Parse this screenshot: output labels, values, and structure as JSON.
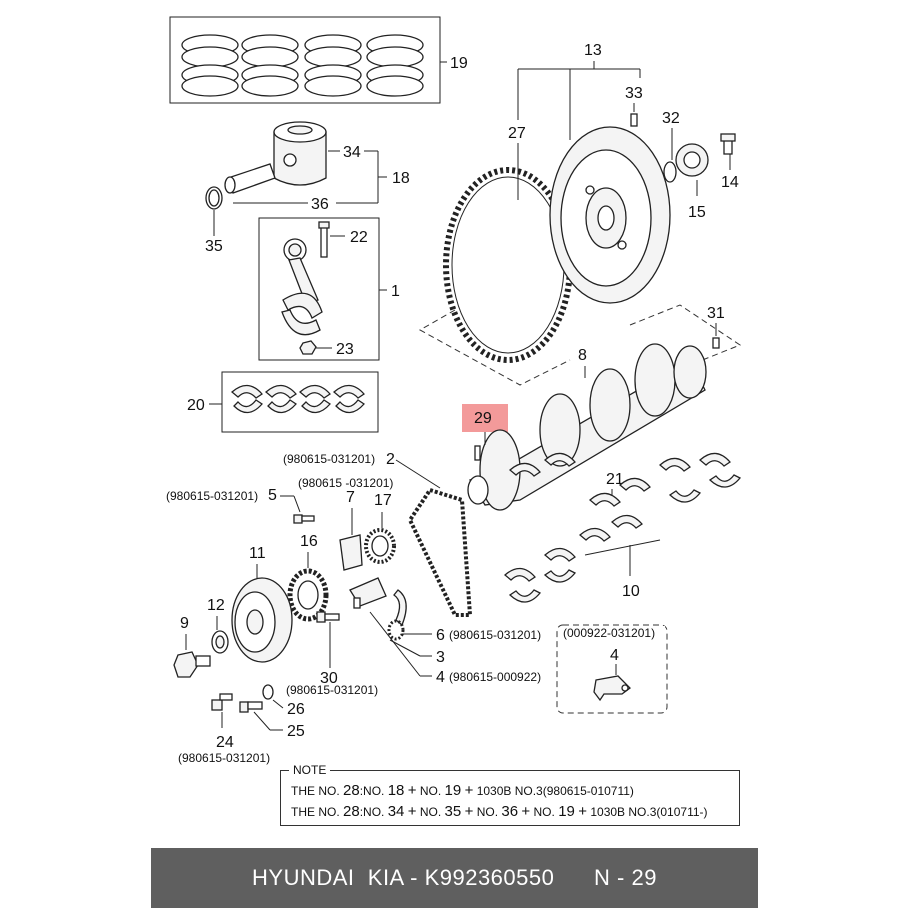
{
  "labels": {
    "n1": "1",
    "n2": "2",
    "n3": "3",
    "n4a": "4",
    "n4b": "4",
    "n5": "5",
    "n6": "6",
    "n7": "7",
    "n8": "8",
    "n9": "9",
    "n10": "10",
    "n11": "11",
    "n12": "12",
    "n13": "13",
    "n14": "14",
    "n15": "15",
    "n16": "16",
    "n17": "17",
    "n18": "18",
    "n19": "19",
    "n20": "20",
    "n21": "21",
    "n22": "22",
    "n23": "23",
    "n24": "24",
    "n25": "25",
    "n26": "26",
    "n27": "27",
    "n29": "29",
    "n30": "30",
    "n31": "31",
    "n32": "32",
    "n33": "33",
    "n34": "34",
    "n35": "35",
    "n36": "36"
  },
  "date_codes": {
    "c2": "(980615-031201)",
    "c5": "(980615-031201)",
    "c7": "(980615 -031201)",
    "c6": "(980615-031201)",
    "c4": "(980615-000922)",
    "c30": "(980615-031201)",
    "c24": "(980615-031201)",
    "inset": "(000922-031201)"
  },
  "note": {
    "title": "NOTE",
    "line1": {
      "a": "THE NO.",
      "b": "28",
      "c": ":NO.",
      "d": "18",
      "e": "+",
      "f": "NO.",
      "g": "19",
      "h": "+",
      "i": "1030B NO.3",
      "j": "(980615-010711)"
    },
    "line2": {
      "a": "THE NO.",
      "b": "28",
      "c": ":NO.",
      "d": "34",
      "e": "+",
      "f": "NO.",
      "g": "35",
      "h": "+",
      "i": "NO.",
      "j": "36",
      "k": "+",
      "l": "NO.",
      "m": "19",
      "n": "+",
      "o": "1030B NO.3",
      "p": "(010711-)"
    }
  },
  "footer": {
    "text": "HYUNDAI  KIA - K992360550      N - 29"
  },
  "highlight": {
    "part": "29",
    "color": "#f39a9a"
  }
}
